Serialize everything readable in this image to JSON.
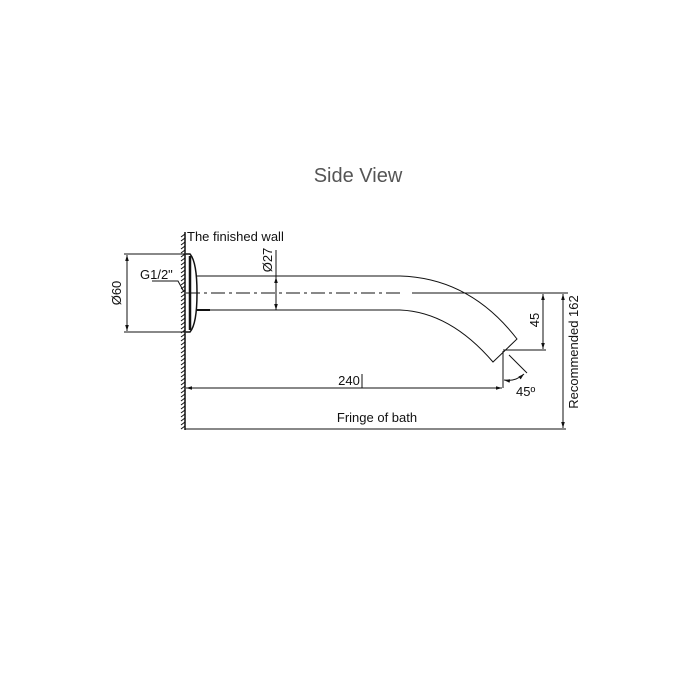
{
  "title": "Side View",
  "labels": {
    "wall": "The finished wall",
    "escutcheon_diameter": "Ø60",
    "thread": "G1/2\"",
    "pipe_diameter": "Ø27",
    "spout_drop": "45",
    "projection": "240",
    "angle": "45º",
    "fringe": "Fringe of bath",
    "recommended_height": "Recommended 162"
  },
  "colors": {
    "line": "#111111",
    "title": "#555555"
  }
}
